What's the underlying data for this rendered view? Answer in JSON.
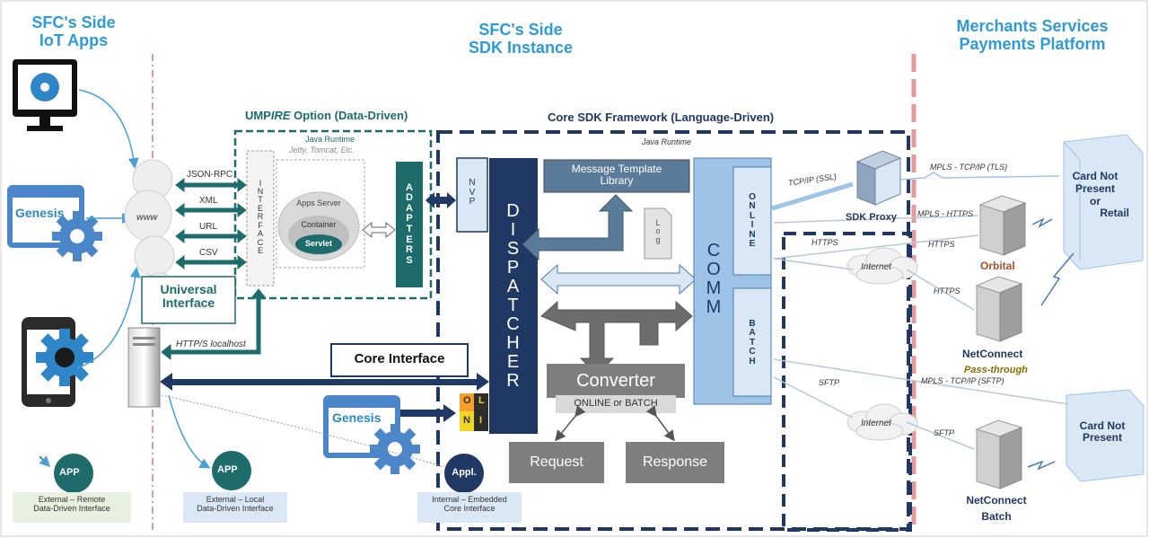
{
  "headers": {
    "left": [
      "SFC's Side",
      "IoT Apps"
    ],
    "middle": [
      "SFC's Side",
      "SDK Instance"
    ],
    "right": [
      "Merchants Services",
      "Payments Platform"
    ]
  },
  "left_panel": {
    "genesis": "Genesis",
    "www": "www",
    "universal_interface": [
      "Universal",
      "Interface"
    ],
    "protocols": [
      "JSON-RPC",
      "XML",
      "URL",
      "CSV"
    ],
    "https_localhost": "HTTP/S localhost",
    "app_label": "APP",
    "external_remote": [
      "External – Remote",
      "Data-Driven Interface"
    ],
    "external_local": [
      "External – Local",
      "Data-Driven Interface"
    ]
  },
  "ump_ire": {
    "title_prefix": "UMP",
    "title_italic": "IRE",
    "title_suffix": " Option (Data-Driven)",
    "java_runtime": "Java Runtime",
    "containers_note": "Jetty, Tomcat, Etc.",
    "interface_letters": [
      "I",
      "N",
      "T",
      "E",
      "R",
      "F",
      "A",
      "C",
      "E"
    ],
    "apps_server": "Apps Server",
    "container": "Container",
    "servlet": "Servlet",
    "adapters_letters": [
      "A",
      "D",
      "A",
      "P",
      "T",
      "E",
      "R",
      "S"
    ]
  },
  "core_sdk": {
    "title": "Core SDK Framework (Language-Driven)",
    "java_runtime": "Java Runtime",
    "nvp_letters": [
      "N",
      "V",
      "P"
    ],
    "dispatcher_letters": [
      "D",
      "I",
      "S",
      "P",
      "A",
      "T",
      "C",
      "H",
      "E",
      "R"
    ],
    "message_template": [
      "Message Template",
      "Library"
    ],
    "log_letters": [
      "L",
      "o",
      "g"
    ],
    "comm_letters": [
      "C",
      "O",
      "M",
      "M"
    ],
    "online_letters": [
      "O",
      "N",
      "L",
      "I",
      "N",
      "E"
    ],
    "batch_letters": [
      "B",
      "A",
      "T",
      "C",
      "H"
    ],
    "converter": "Converter",
    "online_or_batch": "ONLINE or BATCH",
    "request": "Request",
    "response": "Response",
    "core_interface": "Core Interface",
    "genesis": "Genesis",
    "oli": [
      "O",
      "L",
      "N",
      "I"
    ],
    "appl": "Appl.",
    "internal_embedded": [
      "Internal – Embedded",
      "Core Interface"
    ]
  },
  "network": {
    "tcp_ssl": "TCP/IP (SSL)",
    "sdk_proxy": "SDK Proxy",
    "mpls_tls": "MPLS -  TCP/IP (TLS)",
    "mpls_https": "MPLS - HTTPS",
    "https_1": "HTTPS",
    "https_2": "HTTPS",
    "https_3": "HTTPS",
    "internet_1": "Internet",
    "internet_2": "Internet",
    "mpls_sftp": "MPLS -  TCP/IP (SFTP)",
    "sftp_1": "SFTP",
    "sftp_2": "SFTP"
  },
  "platform": {
    "card_not_present_retail": [
      "Card Not",
      "Present",
      "or",
      "Retail"
    ],
    "orbital": "Orbital",
    "netconnect": "NetConnect",
    "pass_through": "Pass-through",
    "card_not_present": [
      "Card Not",
      "Present"
    ],
    "netconnect_batch": [
      "NetConnect",
      "Batch"
    ]
  },
  "colors": {
    "header_blue": "#2e9ad6",
    "navy": "#1f3864",
    "teal": "#1d6b6b",
    "comm_blue": "#9dc3e6",
    "steel": "#5b7b9a",
    "grey_box": "#6d6d6d",
    "red_divider": "#e39a9a"
  }
}
